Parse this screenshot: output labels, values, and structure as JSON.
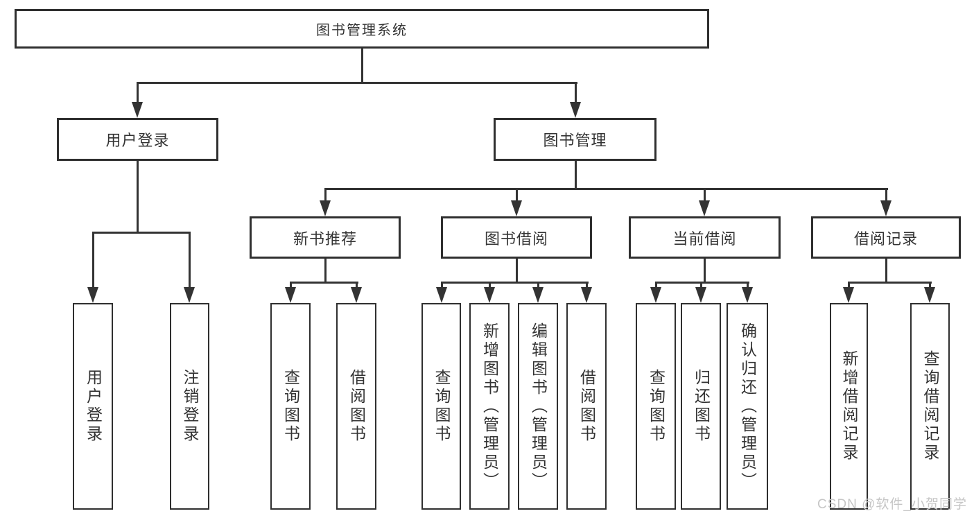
{
  "diagram_type": "functional-structure-tree",
  "colors": {
    "line": "#333333",
    "text": "#333333",
    "box_background": "#ffffff",
    "watermark_text": "#c6c6c6"
  },
  "watermark": "CSDN @软件_小贺同学",
  "nodes": {
    "root": "图书管理系统",
    "user_login": "用户登录",
    "book_management": "图书管理",
    "new_book_recommend": "新书推荐",
    "book_borrowing": "图书借阅",
    "current_borrowing": "当前借阅",
    "borrowing_records": "借阅记录",
    "leaf_user_login": "用户登录",
    "leaf_logout": "注销登录",
    "leaf_recommend_query": "查询图书",
    "leaf_recommend_borrow": "借阅图书",
    "leaf_borrowing_query": "查询图书",
    "leaf_borrowing_add": "新增图书（管理员）",
    "leaf_borrowing_edit": "编辑图书（管理员）",
    "leaf_borrowing_borrow": "借阅图书",
    "leaf_current_query": "查询图书",
    "leaf_current_return": "归还图书",
    "leaf_current_confirm": "确认归还（管理员）",
    "leaf_records_add": "新增借阅记录",
    "leaf_records_query": "查询借阅记录"
  },
  "edges": [
    [
      "root",
      "user_login"
    ],
    [
      "root",
      "book_management"
    ],
    [
      "user_login",
      "leaf_user_login"
    ],
    [
      "user_login",
      "leaf_logout"
    ],
    [
      "book_management",
      "new_book_recommend"
    ],
    [
      "book_management",
      "book_borrowing"
    ],
    [
      "book_management",
      "current_borrowing"
    ],
    [
      "book_management",
      "borrowing_records"
    ],
    [
      "new_book_recommend",
      "leaf_recommend_query"
    ],
    [
      "new_book_recommend",
      "leaf_recommend_borrow"
    ],
    [
      "book_borrowing",
      "leaf_borrowing_query"
    ],
    [
      "book_borrowing",
      "leaf_borrowing_add"
    ],
    [
      "book_borrowing",
      "leaf_borrowing_edit"
    ],
    [
      "book_borrowing",
      "leaf_borrowing_borrow"
    ],
    [
      "current_borrowing",
      "leaf_current_query"
    ],
    [
      "current_borrowing",
      "leaf_current_return"
    ],
    [
      "current_borrowing",
      "leaf_current_confirm"
    ],
    [
      "borrowing_records",
      "leaf_records_add"
    ],
    [
      "borrowing_records",
      "leaf_records_query"
    ]
  ]
}
